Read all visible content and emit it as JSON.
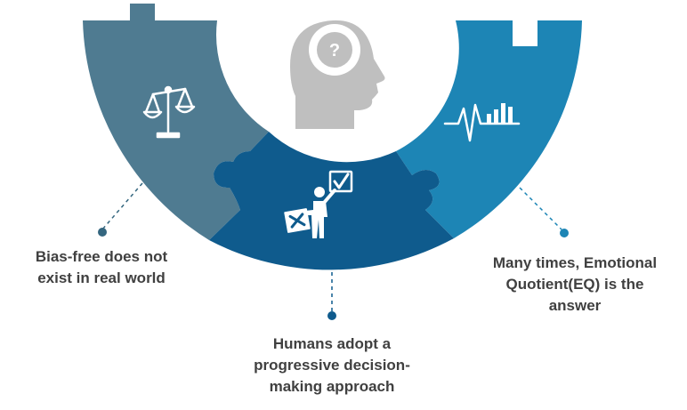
{
  "colors": {
    "left_segment": "#4f7b91",
    "middle_segment": "#0f5b8d",
    "right_segment": "#1d85b5",
    "head": "#bfbfbf",
    "icon": "#ffffff",
    "connector": "#34667f",
    "text": "#404040"
  },
  "center": {
    "icon": "head-question-icon",
    "symbol": "?"
  },
  "segments": [
    {
      "id": "left",
      "icon": "balance-scale-icon",
      "caption_lines": [
        "Bias-free does not",
        "exist in real world"
      ]
    },
    {
      "id": "middle",
      "icon": "person-checklist-icon",
      "caption_lines": [
        "Humans adopt a",
        "progressive decision-",
        "making approach"
      ]
    },
    {
      "id": "right",
      "icon": "pulse-chart-icon",
      "caption_lines": [
        "Many times, Emotional",
        "Quotient(EQ) is the",
        "answer"
      ]
    }
  ]
}
